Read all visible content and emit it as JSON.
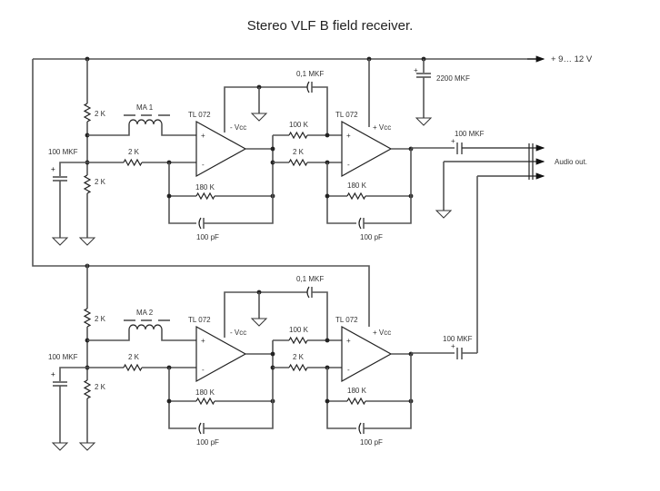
{
  "title": "Stereo VLF B field receiver.",
  "supply_label": "+ 9… 12 V",
  "supply_cap": "2200 MKF",
  "audio_out": "Audio out.",
  "channels": [
    {
      "antenna": "MA 1",
      "opamp1": "TL 072",
      "opamp2": "TL 072",
      "neg_supply": "- Vcc",
      "pos_supply": "+ Vcc",
      "r_top": "2 K",
      "r_bottom": "2 K",
      "c_bias": "100 MKF",
      "r_in": "2 K",
      "r_fb1": "180 K",
      "c_fb1": "100 pF",
      "c_decouple": "0,1 MKF",
      "r_plus": "100 K",
      "r_in2": "2 K",
      "r_fb2": "180 K",
      "c_fb2": "100 pF",
      "c_out": "100 MKF"
    },
    {
      "antenna": "MA 2",
      "opamp1": "TL 072",
      "opamp2": "TL 072",
      "neg_supply": "- Vcc",
      "pos_supply": "+ Vcc",
      "r_top": "2 K",
      "r_bottom": "2 K",
      "c_bias": "100 MKF",
      "r_in": "2 K",
      "r_fb1": "180 K",
      "c_fb1": "100 pF",
      "c_decouple": "0,1 MKF",
      "r_plus": "100 K",
      "r_in2": "2 K",
      "r_fb2": "180 K",
      "c_fb2": "100 pF",
      "c_out": "100 MKF"
    }
  ],
  "plus_sign": "+",
  "opamp_plus": "+",
  "opamp_minus": "-"
}
